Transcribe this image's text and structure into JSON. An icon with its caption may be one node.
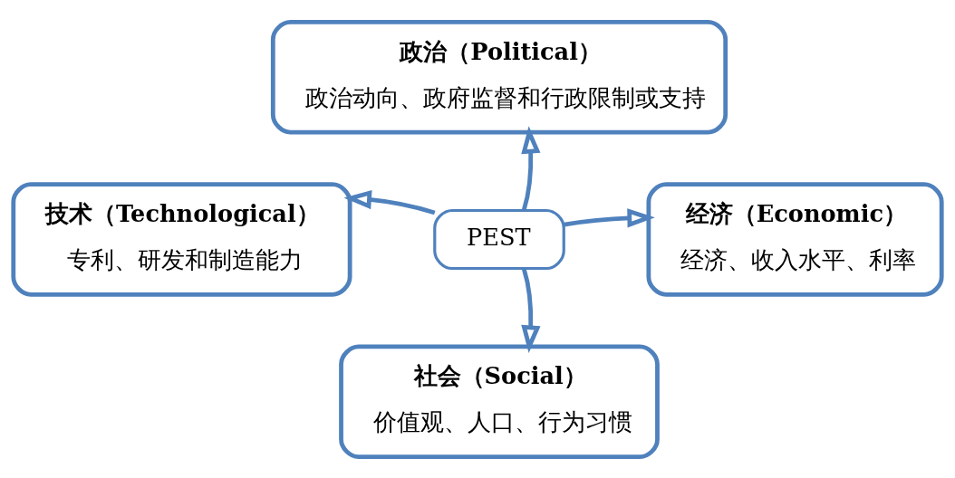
{
  "diagram": {
    "nodes": [
      {
        "text": [
          "政治（Political）",
          "政治动向、政府监督和行政限制或支持"
        ]
      },
      {
        "text": [
          "技术（Technological）",
          "专利、研发和制造能力"
        ]
      },
      {
        "text": [
          "PEST"
        ]
      },
      {
        "text": [
          "经济（Economic）",
          "经济、收入水平、利率"
        ]
      },
      {
        "text": [
          "社会（Social）",
          "价值观、人口、行为习惯"
        ]
      }
    ],
    "edges": [
      {
        "from": 2,
        "to": 0,
        "arrow": "to"
      },
      {
        "from": 2,
        "to": 1,
        "arrow": "to"
      },
      {
        "from": 2,
        "to": 3,
        "arrow": "to"
      },
      {
        "from": 2,
        "to": 4,
        "arrow": "to"
      }
    ]
  }
}
